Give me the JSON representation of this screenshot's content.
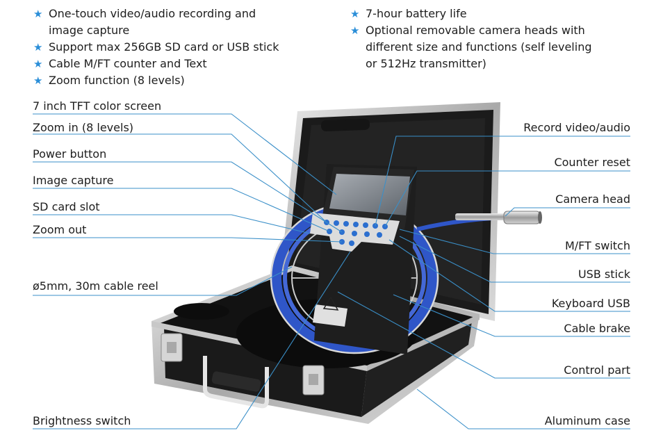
{
  "features_left": [
    {
      "lines": [
        "One-touch video/audio recording and",
        "image capture"
      ]
    },
    {
      "lines": [
        "Support max 256GB SD card or USB stick"
      ]
    },
    {
      "lines": [
        "Cable M/FT counter and Text"
      ]
    },
    {
      "lines": [
        "Zoom function (8 levels)"
      ]
    }
  ],
  "features_right": [
    {
      "lines": [
        "7-hour battery life"
      ]
    },
    {
      "lines": [
        "Optional removable camera heads with",
        "different size and functions (self leveling",
        "or 512Hz transmitter)"
      ]
    }
  ],
  "bullet_icon": "star-icon",
  "callouts_left": [
    "7 inch TFT color screen",
    "Zoom in (8 levels)",
    "Power button",
    "Image capture",
    "SD card slot",
    "Zoom out",
    "ø5mm, 30m cable reel",
    "Brightness switch"
  ],
  "callouts_right": [
    "Record video/audio",
    "Counter reset",
    "Camera head",
    "M/FT switch",
    "USB stick",
    "Keyboard USB",
    "Cable brake",
    "Control part",
    "Aluminum case"
  ],
  "colors": {
    "accent": "#2a8ed8",
    "leader_line": "#3a8fc8",
    "case": "#1c1c1c",
    "cable": "#2f56c8"
  }
}
